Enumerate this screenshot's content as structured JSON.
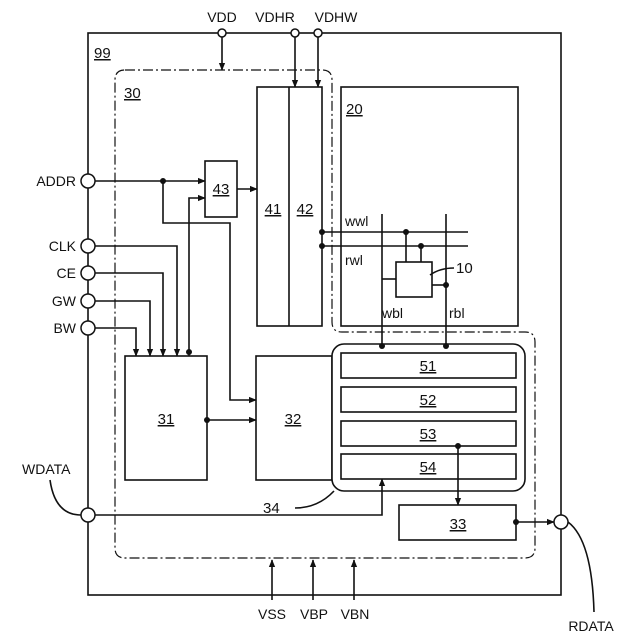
{
  "terminals": {
    "vdd": "VDD",
    "vdhr": "VDHR",
    "vdhw": "VDHW",
    "addr": "ADDR",
    "clk": "CLK",
    "ce": "CE",
    "gw": "GW",
    "bw": "BW",
    "wdata": "WDATA",
    "rdata": "RDATA",
    "vss": "VSS",
    "vbp": "VBP",
    "vbn": "VBN"
  },
  "blocks": {
    "device": "99",
    "peripheral": "30",
    "array": "20",
    "b43": "43",
    "b41": "41",
    "b42": "42",
    "b31": "31",
    "b32": "32",
    "b51": "51",
    "b52": "52",
    "b53": "53",
    "b54": "54",
    "b33": "33",
    "cell": "10",
    "group34": "34"
  },
  "signals": {
    "wwl": "wwl",
    "rwl": "rwl",
    "wbl": "wbl",
    "rbl": "rbl"
  }
}
